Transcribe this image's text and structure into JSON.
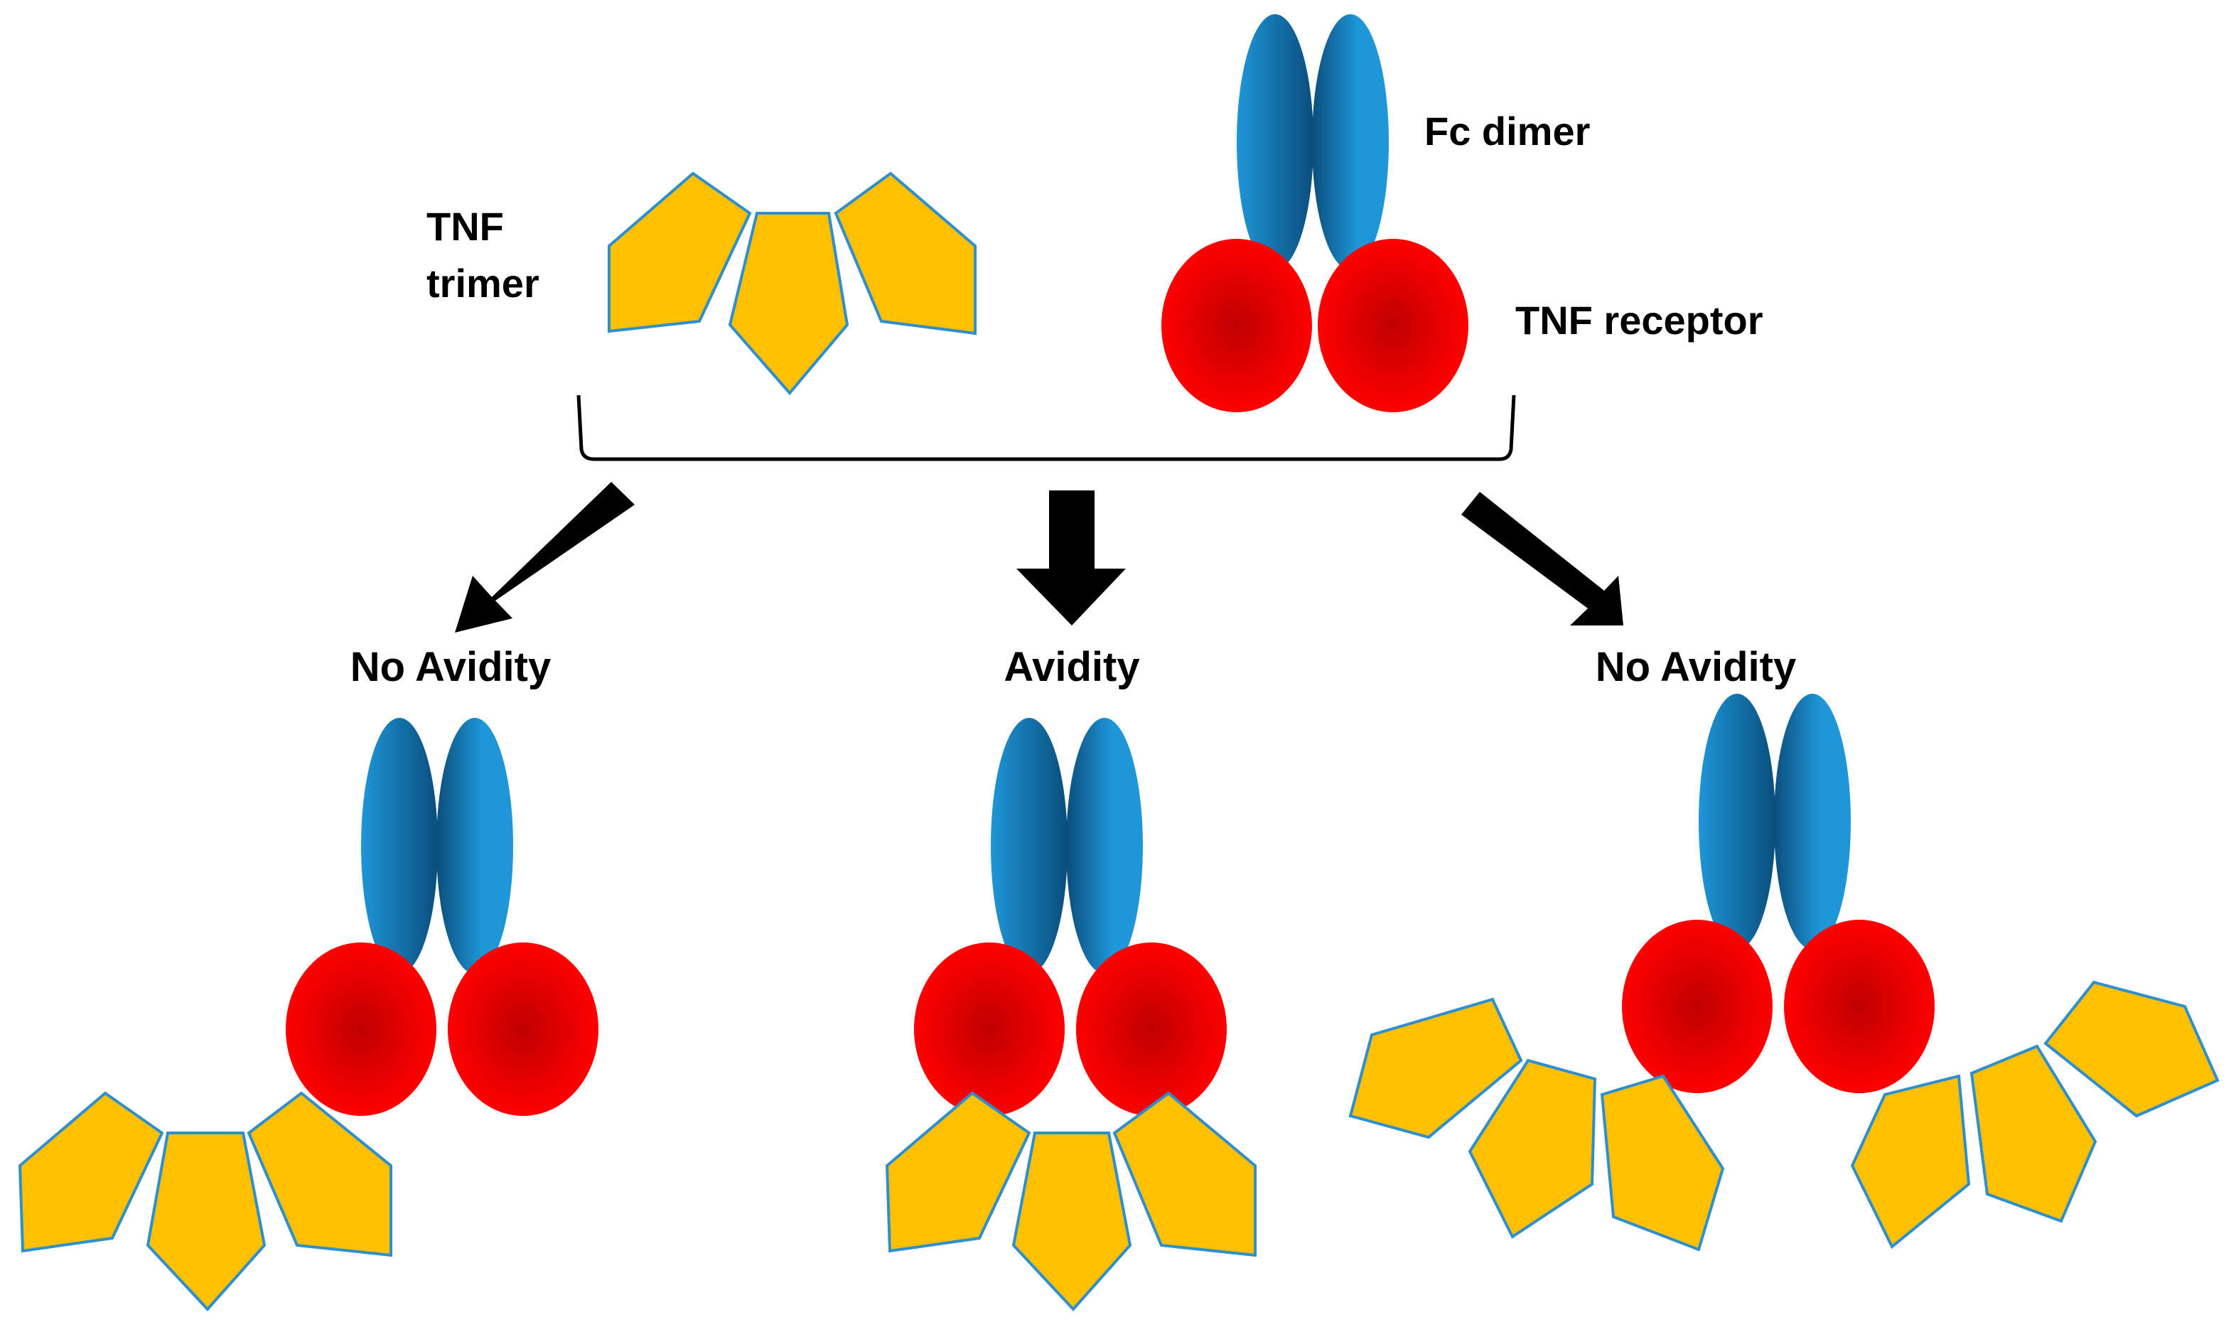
{
  "labels": {
    "tnf_trimer_line1": "TNF",
    "tnf_trimer_line2": "trimer",
    "fc_dimer": "Fc dimer",
    "tnf_receptor": "TNF receptor"
  },
  "outcomes": [
    {
      "label": "No Avidity"
    },
    {
      "label": "Avidity"
    },
    {
      "label": "No Avidity"
    }
  ],
  "colors": {
    "tnf_fill": "#FFC000",
    "tnf_stroke": "#2E8FCF",
    "fc_light": "#1E96D8",
    "fc_dark": "#0A4E7C",
    "receptor_center": "#C00000",
    "receptor_edge": "#FF0000",
    "arrow": "#000000",
    "bracket": "#000000"
  }
}
